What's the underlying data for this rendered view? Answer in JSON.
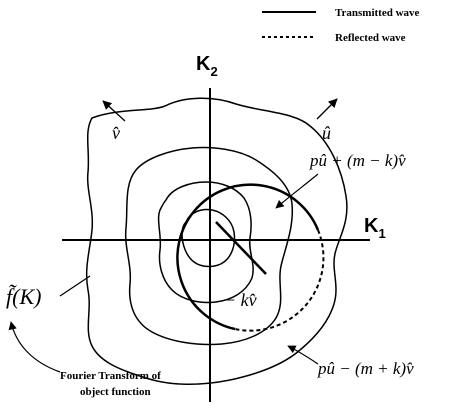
{
  "legend": {
    "transmitted": "Transmitted  wave",
    "reflected": "Reflected  wave"
  },
  "axes": {
    "k1": "K",
    "k1_sub": "1",
    "k2": "K",
    "k2_sub": "2"
  },
  "vectors": {
    "v_hat": "v̂",
    "u_hat": "û",
    "minus_kv": "− kv̂"
  },
  "annotations": {
    "transmitted_eq": "pû + (m − k)v̂",
    "reflected_eq": "pû − (m + k)v̂",
    "f_tilde": "f̃(K)",
    "caption_line1": "Fourier Transform of",
    "caption_line2": "object function"
  }
}
